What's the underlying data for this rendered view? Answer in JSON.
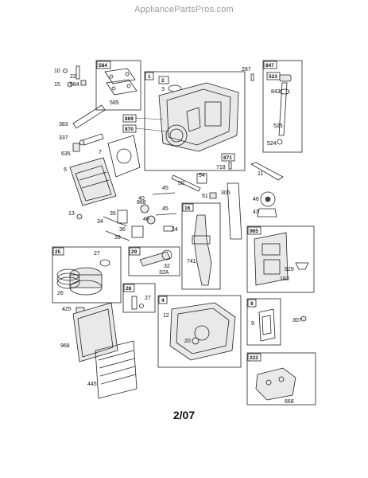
{
  "watermark": "AppliancePartsPros.com",
  "footer": "2/07",
  "groups": [
    {
      "id": "584",
      "parts": [
        "585"
      ]
    },
    {
      "id": "1",
      "parts": [
        "2",
        "3",
        "869",
        "870",
        "871",
        "718"
      ]
    },
    {
      "id": "847",
      "parts": [
        "523",
        "842",
        "525",
        "524"
      ]
    },
    {
      "id": "16",
      "parts": [
        "741"
      ]
    },
    {
      "id": "965",
      "parts": [
        "529",
        "163"
      ]
    },
    {
      "id": "25",
      "parts": [
        "27",
        "26"
      ]
    },
    {
      "id": "29",
      "parts": [
        "32",
        "32A"
      ]
    },
    {
      "id": "28",
      "parts": [
        "27"
      ]
    },
    {
      "id": "4",
      "parts": [
        "12",
        "20"
      ]
    },
    {
      "id": "8",
      "parts": [
        "9"
      ]
    },
    {
      "id": "222",
      "parts": [
        "668"
      ]
    }
  ],
  "labels": {
    "l10": "10",
    "l22": "22",
    "l15": "15",
    "l684": "684",
    "l287": "287",
    "l383": "383",
    "l337": "337",
    "l635": "635",
    "l7": "7",
    "l5": "5",
    "l54": "54",
    "l51": "51",
    "l50": "50",
    "l306": "306",
    "l11": "11",
    "l46": "46",
    "l43": "43",
    "l40a": "40",
    "l868": "868",
    "l40b": "40",
    "l13": "13",
    "l34": "34",
    "l35": "35",
    "l36": "36",
    "l33": "33",
    "l45a": "45",
    "l45b": "45",
    "l24": "24",
    "l307": "307",
    "l425": "425",
    "l968": "968",
    "l445": "445"
  }
}
